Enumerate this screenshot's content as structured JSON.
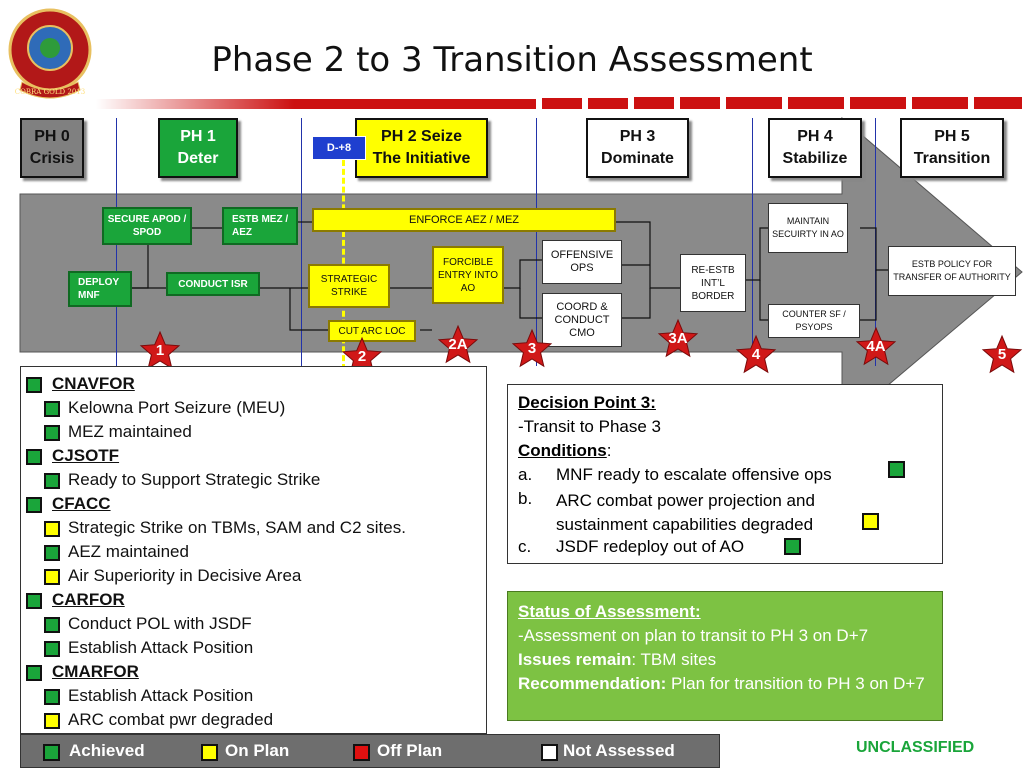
{
  "title": "Phase 2 to 3 Transition Assessment",
  "logo_text": "COBRA GOLD 2013",
  "phases": [
    {
      "line1": "PH 0",
      "line2": "Crisis",
      "color": "#808080",
      "text_color": "#111111"
    },
    {
      "line1": "PH 1",
      "line2": "Deter",
      "color": "#1aa53a",
      "text_color": "#ffffff"
    },
    {
      "line1": "PH 2 Seize",
      "line2": "The Initiative",
      "color": "#ffff00",
      "text_color": "#111111"
    },
    {
      "line1": "PH 3",
      "line2": "Dominate",
      "color": "#ffffff",
      "text_color": "#111111"
    },
    {
      "line1": "PH 4",
      "line2": "Stabilize",
      "color": "#ffffff",
      "text_color": "#111111"
    },
    {
      "line1": "PH 5",
      "line2": "Transition",
      "color": "#ffffff",
      "text_color": "#111111"
    }
  ],
  "d_marker": "D-+8",
  "tasks": {
    "secure": "SECURE APOD / SPOD",
    "estb_mez": "ESTB MEZ / AEZ",
    "enforce": "ENFORCE AEZ / MEZ",
    "deploy": "DEPLOY MNF",
    "conduct_isr": "CONDUCT ISR",
    "strategic_strike": "STRATEGIC STRIKE",
    "forcible_entry": "FORCIBLE ENTRY INTO AO",
    "cut_arc": "CUT ARC LOC",
    "offensive_ops": "OFFENSIVE OPS",
    "coord_cmo": "COORD & CONDUCT CMO",
    "re_estb": "RE-ESTB INT’L BORDER",
    "maintain_security": "MAINTAIN SECUIRTY IN AO",
    "counter_sf": "COUNTER SF / PSYOPS",
    "estb_policy": "ESTB POLICY FOR TRANSFER OF AUTHORITY"
  },
  "decision_stars": [
    "1",
    "2",
    "2A",
    "3",
    "3A",
    "4",
    "4A",
    "5"
  ],
  "commands": [
    {
      "name": "CNAVFOR",
      "status": "g",
      "items": [
        {
          "text": "Kelowna Port Seizure (MEU)",
          "status": "g"
        },
        {
          "text": "MEZ maintained",
          "status": "g"
        }
      ]
    },
    {
      "name": "CJSOTF",
      "status": "g",
      "items": [
        {
          "text": "Ready to Support Strategic Strike",
          "status": "g"
        }
      ]
    },
    {
      "name": "CFACC",
      "status": "g",
      "items": [
        {
          "text": "Strategic Strike on TBMs, SAM and C2 sites.",
          "status": "y"
        },
        {
          "text": "AEZ maintained",
          "status": "g"
        },
        {
          "text": "Air Superiority in Decisive Area",
          "status": "y"
        }
      ]
    },
    {
      "name": "CARFOR",
      "status": "g",
      "items": [
        {
          "text": "Conduct POL with JSDF",
          "status": "g"
        },
        {
          "text": "Establish Attack Position",
          "status": "g"
        }
      ]
    },
    {
      "name": "CMARFOR",
      "status": "g",
      "items": [
        {
          "text": "Establish Attack Position",
          "status": "g"
        },
        {
          "text": "ARC combat pwr degraded",
          "status": "y"
        }
      ]
    }
  ],
  "decision_point": {
    "heading": "Decision Point 3:",
    "line": "-Transit to Phase 3",
    "conditions_label": "Conditions",
    "conditions": [
      {
        "marker": "a.",
        "text": "MNF ready to escalate offensive ops",
        "status": "g"
      },
      {
        "marker": "b.",
        "text": "ARC combat power projection and sustainment capabilities degraded",
        "status": "y"
      },
      {
        "marker": "c.",
        "text": "JSDF redeploy out of AO",
        "status": "g"
      }
    ]
  },
  "status_assessment": {
    "heading": "Status of Assessment:",
    "assessment": "-Assessment on plan to transit to PH 3 on D+7",
    "issues_label": "Issues remain",
    "issues": ": TBM sites",
    "recommendation_label": "Recommendation:",
    "recommendation": " Plan for transition to PH  3 on D+7",
    "color": "#7dc243"
  },
  "legend": [
    {
      "label": "Achieved",
      "status": "g"
    },
    {
      "label": "On Plan",
      "status": "y"
    },
    {
      "label": "Off Plan",
      "status": "r"
    },
    {
      "label": "Not Assessed",
      "status": "w"
    }
  ],
  "classification": "UNCLASSIFIED",
  "colors": {
    "green": "#1aa53a",
    "yellow": "#ffff00",
    "red": "#e01010",
    "arrow_gray": "#888888",
    "banner_red": "#cc1111"
  }
}
